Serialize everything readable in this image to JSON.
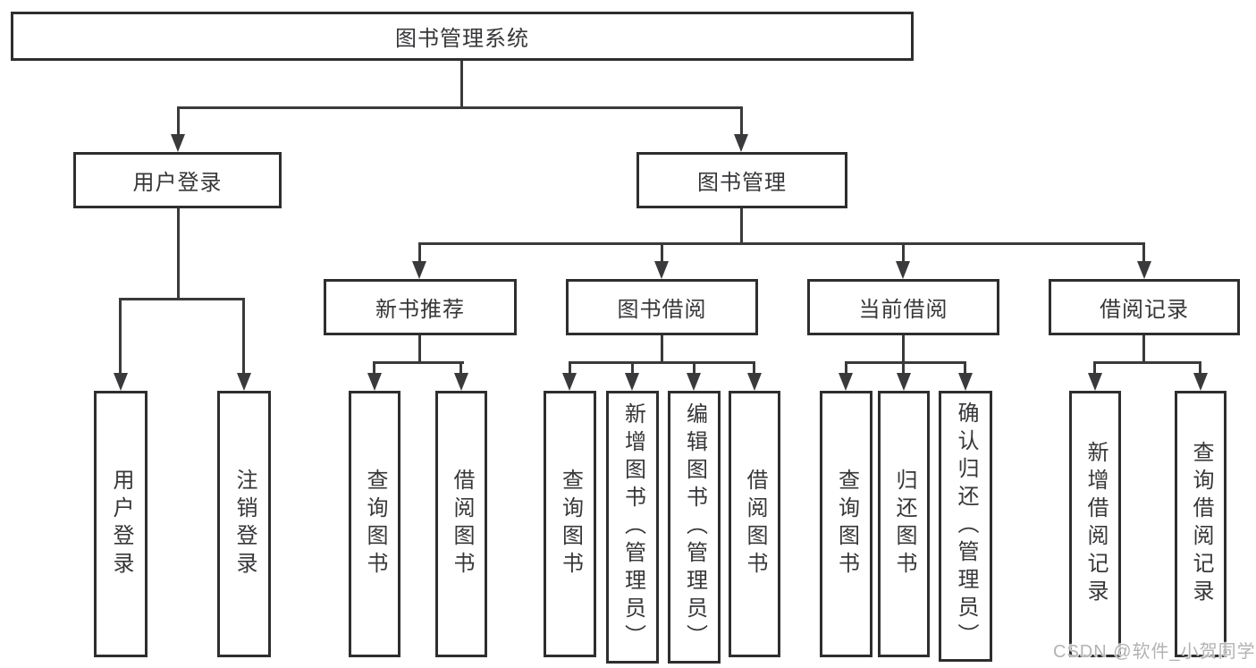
{
  "diagram": {
    "root": "图书管理系统",
    "level2": {
      "user_login": "用户登录",
      "book_mgmt": "图书管理"
    },
    "level3": {
      "new_books": "新书推荐",
      "book_borrow": "图书借阅",
      "current_borrow": "当前借阅",
      "borrow_records": "借阅记录"
    },
    "leaves": {
      "user_login_1": "用户登录",
      "user_login_2": "注销登录",
      "new_books_1": "查询图书",
      "new_books_2": "借阅图书",
      "book_borrow_1": "查询图书",
      "book_borrow_2": "新增图书（管理员）",
      "book_borrow_3": "编辑图书（管理员）",
      "book_borrow_4": "借阅图书",
      "current_borrow_1": "查询图书",
      "current_borrow_2": "归还图书",
      "current_borrow_3": "确认归还（管理员）",
      "borrow_records_1": "新增借阅记录",
      "borrow_records_2": "查询借阅记录"
    }
  },
  "watermark": "CSDN @软件_小贺同学",
  "colors": {
    "line": "#3a3a3c",
    "border": "#2e2e30",
    "text": "#37373a",
    "watermark": "#b3b3b3"
  }
}
